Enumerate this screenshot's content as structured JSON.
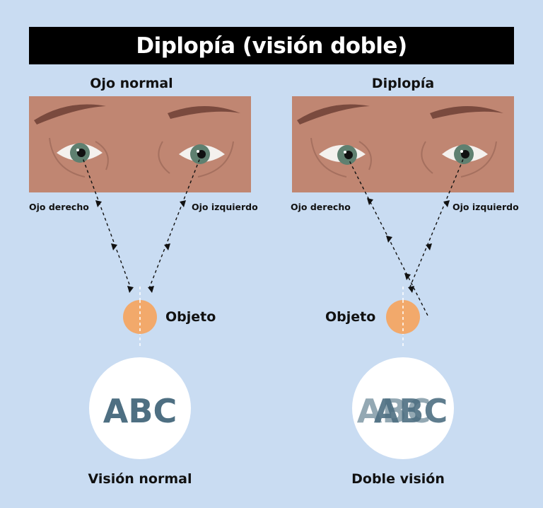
{
  "title": "Diplopía (visión doble)",
  "panels": {
    "normal": {
      "heading": "Ojo normal",
      "right_eye_label": "Ojo derecho",
      "left_eye_label": "Ojo izquierdo",
      "object_label": "Objeto",
      "vision_text": "ABC",
      "caption": "Visión normal"
    },
    "diplopia": {
      "heading": "Diplopía",
      "right_eye_label": "Ojo derecho",
      "left_eye_label": "Ojo izquierdo",
      "object_label": "Objeto",
      "vision_text": "ABC",
      "caption": "Doble visión"
    }
  },
  "colors": {
    "background": "#c9dcf2",
    "skin": "#c08672",
    "brow": "#7a4a3e",
    "iris": "#5f8070",
    "object": "#f2a96b",
    "text_abc": "#4e6f82"
  }
}
